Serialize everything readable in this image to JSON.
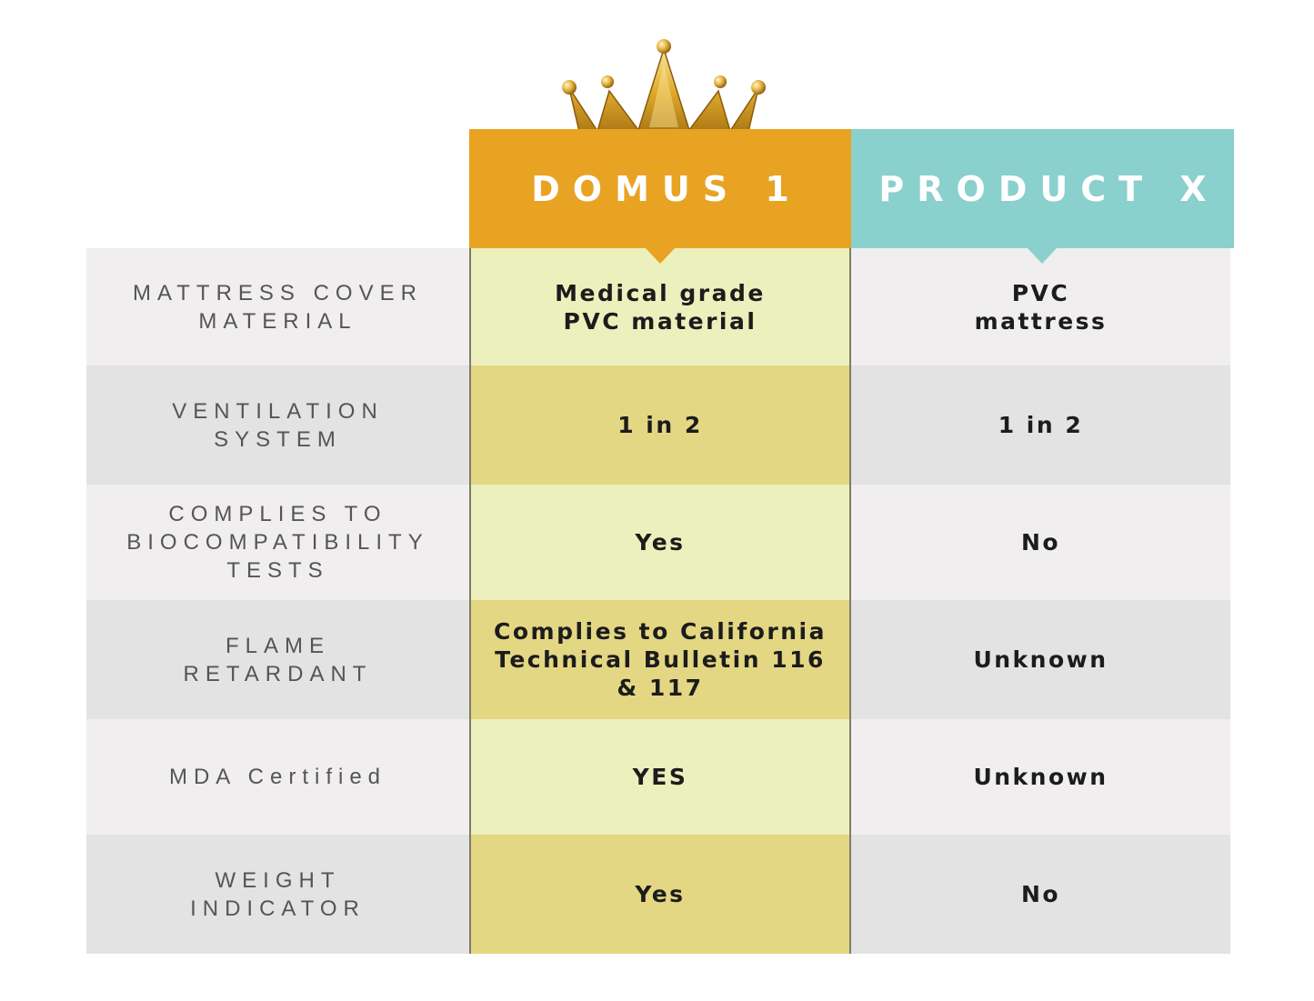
{
  "colors": {
    "domus_header": "#e8a322",
    "product_x_header": "#8ad0cd",
    "domus_light": "#ecf0bc",
    "domus_dark": "#e4d783",
    "row_light": "#f0eeee",
    "row_dark": "#e3e3e3"
  },
  "decoration": {
    "crown": "crown-icon"
  },
  "columns": {
    "domus": "DOMUS 1",
    "product_x": "PRODUCT X"
  },
  "rows": [
    {
      "label_lines": [
        "MATTRESS COVER",
        "MATERIAL"
      ],
      "domus_lines": [
        "Medical grade",
        "PVC material"
      ],
      "product_x_lines": [
        "PVC",
        "mattress"
      ]
    },
    {
      "label_lines": [
        "VENTILATION",
        "SYSTEM"
      ],
      "domus_lines": [
        "1 in 2"
      ],
      "product_x_lines": [
        "1 in 2"
      ]
    },
    {
      "label_lines": [
        "COMPLIES TO",
        "BIOCOMPATIBILITY",
        "TESTS"
      ],
      "domus_lines": [
        "Yes"
      ],
      "product_x_lines": [
        "No"
      ]
    },
    {
      "label_lines": [
        "FLAME",
        "RETARDANT"
      ],
      "domus_lines": [
        "Complies to California",
        "Technical Bulletin 116",
        "& 117"
      ],
      "product_x_lines": [
        "Unknown"
      ]
    },
    {
      "label_lines": [
        "MDA Certified"
      ],
      "domus_lines": [
        "YES"
      ],
      "product_x_lines": [
        "Unknown"
      ]
    },
    {
      "label_lines": [
        "WEIGHT",
        "INDICATOR"
      ],
      "domus_lines": [
        "Yes"
      ],
      "product_x_lines": [
        "No"
      ]
    }
  ]
}
